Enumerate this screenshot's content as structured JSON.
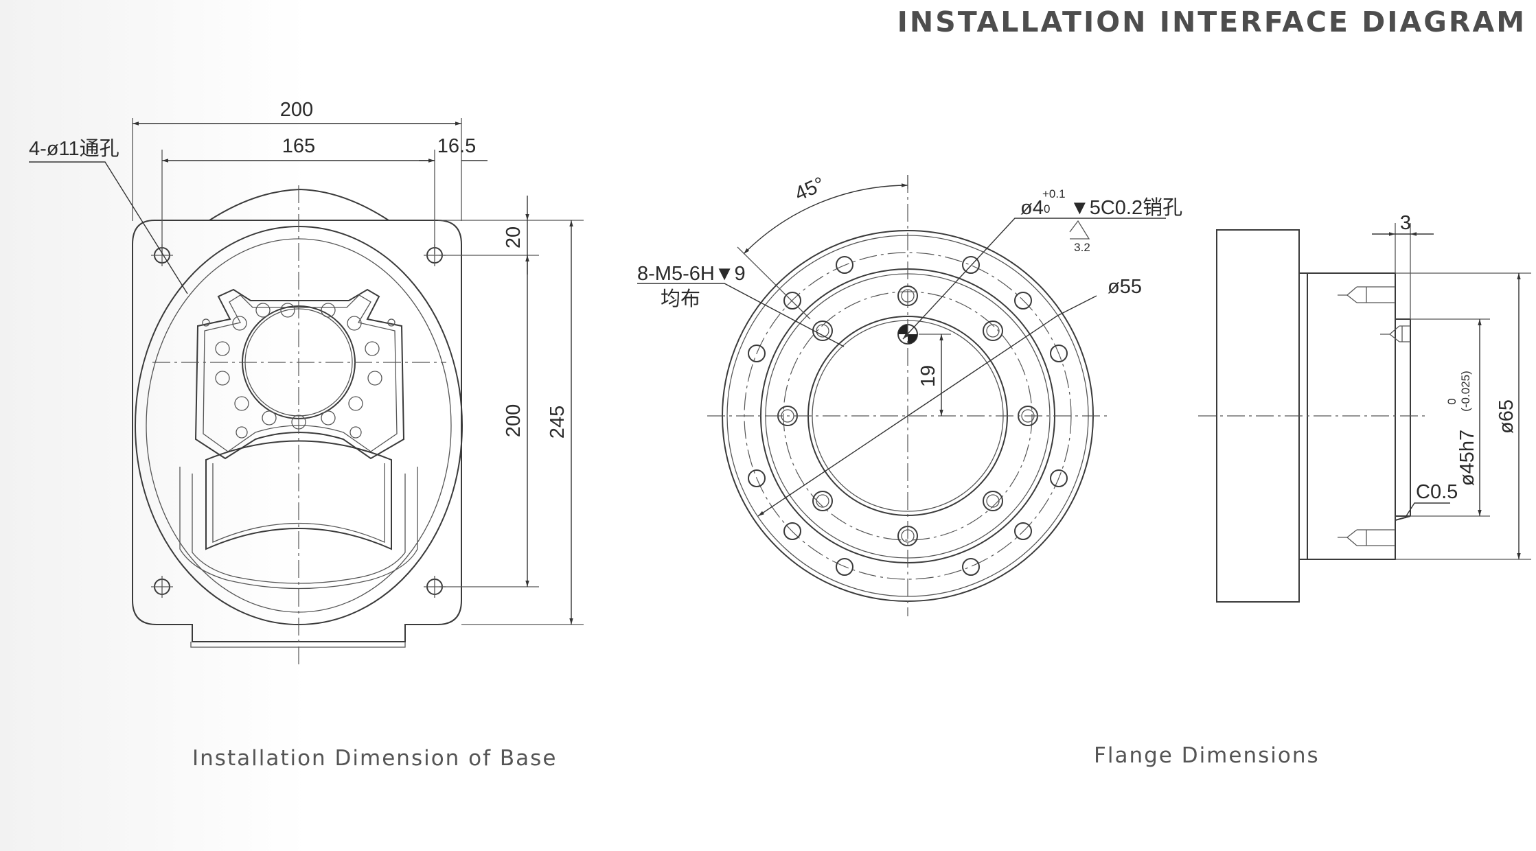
{
  "header": {
    "title": "INSTALLATION INTERFACE DIAGRAM"
  },
  "captions": {
    "base": "Installation Dimension of Base",
    "flange": "Flange Dimensions"
  },
  "base": {
    "dim_width": "200",
    "dim_pitch": "165",
    "dim_offset": "16.5",
    "hole_note": "4-ø11通孔",
    "dim_top": "20",
    "dim_pitch_v": "200",
    "dim_height": "245"
  },
  "flange_front": {
    "angle": "45°",
    "pin_hole": "ø4",
    "tol_upper": "+0.1",
    "tol_lower": "0",
    "pin_rest": "▼5C0.2销孔",
    "roughness": "3.2",
    "thread_note": "8-M5-6H▼9",
    "thread_note2": "均布",
    "dim_diameter": "ø55",
    "dim_offset": "19"
  },
  "flange_side": {
    "dim_thickness": "3",
    "dim_pilot": "ø45h7",
    "tol_upper": "0",
    "tol_lower": "(-0.025)",
    "dim_outer": "ø65",
    "chamfer": "C0.5"
  }
}
